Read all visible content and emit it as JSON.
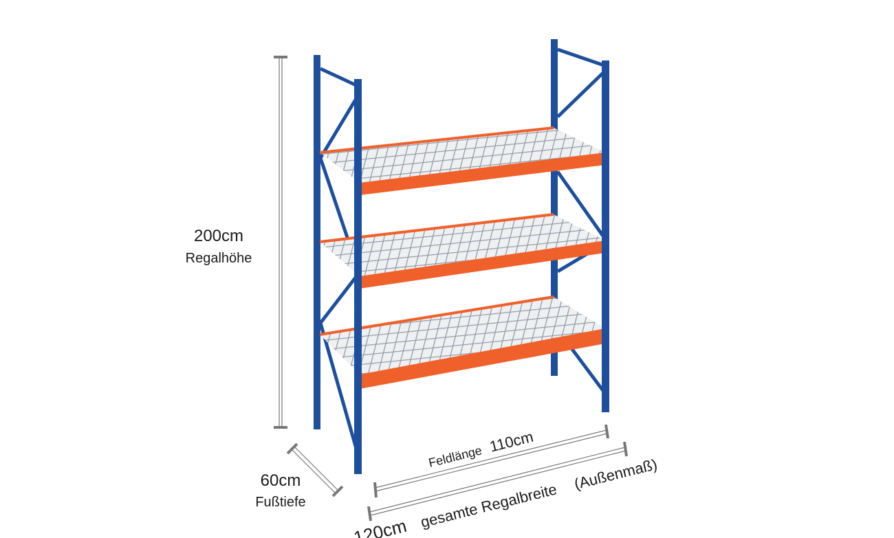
{
  "colors": {
    "upright": "#1d4f9c",
    "beam": "#f0602a",
    "mesh": "#b9c0c8",
    "dimension": "#777777"
  },
  "dimensions": {
    "height": {
      "value": "200cm",
      "label": "Regalhöhe"
    },
    "depth": {
      "value": "60cm",
      "label": "Fußtiefe"
    },
    "field_length": {
      "label": "Feldlänge",
      "value": "110cm"
    },
    "total_width": {
      "value": "120cm",
      "label": "gesamte Regalbreite",
      "note": "(Außenmaß)"
    }
  },
  "shelf_levels": 3
}
